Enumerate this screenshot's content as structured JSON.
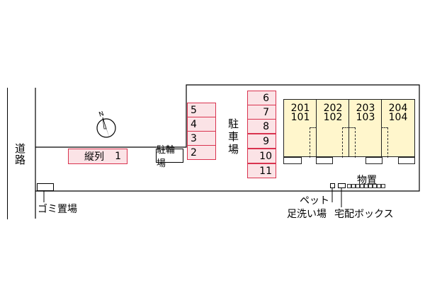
{
  "road": {
    "label": "道路"
  },
  "parking_label": "駐車場",
  "parking_left": [
    "5",
    "4",
    "3",
    "2"
  ],
  "parking_right": [
    "6",
    "7",
    "8",
    "9",
    "10",
    "11"
  ],
  "tandem_space": {
    "label": "縦列",
    "number": "1"
  },
  "bicycle_parking": "駐輪場",
  "units": [
    {
      "upper": "201",
      "lower": "101"
    },
    {
      "upper": "202",
      "lower": "102"
    },
    {
      "upper": "203",
      "lower": "103"
    },
    {
      "upper": "204",
      "lower": "104"
    }
  ],
  "storage": "物置",
  "garbage": "ゴミ置場",
  "pet_wash": {
    "line1": "ペット",
    "line2": "足洗い場"
  },
  "delivery_box": "宅配ボックス",
  "compass_label": "N",
  "colors": {
    "parking_border": "#d9334f",
    "parking_fill": "#fbe3e6",
    "building_fill": "#fff6cc"
  }
}
